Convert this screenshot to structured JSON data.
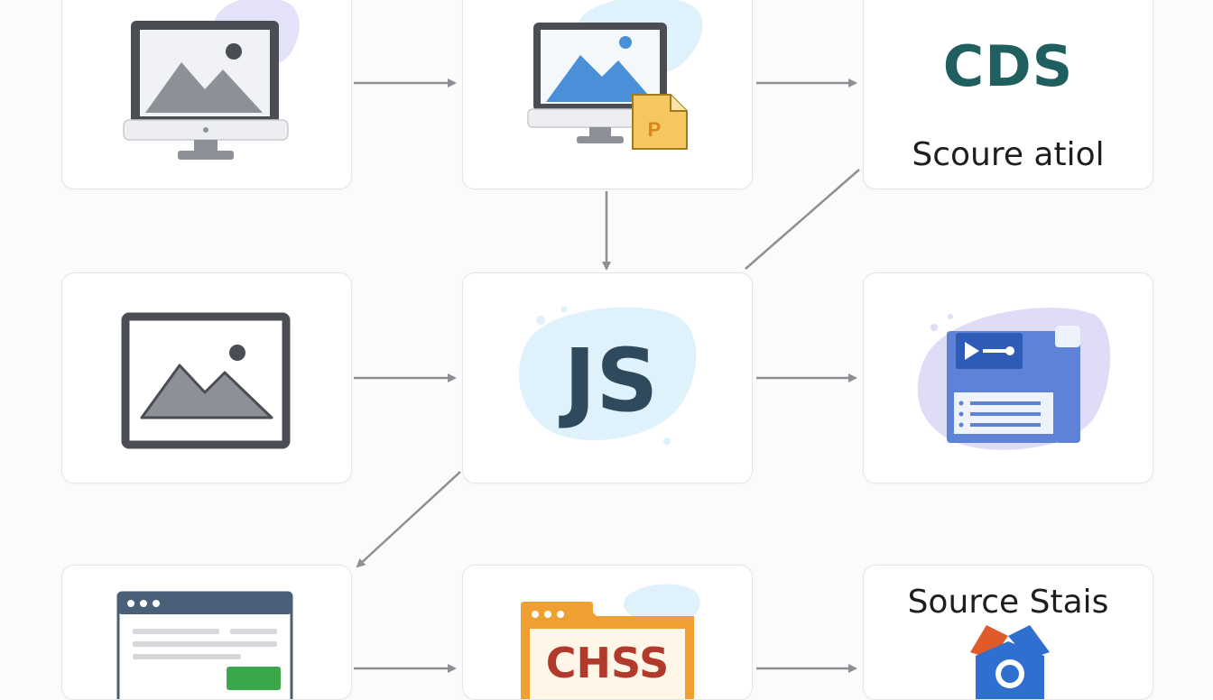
{
  "colors": {
    "card_border": "#e4e5e9",
    "arrow": "#8e8f94",
    "icon_dark": "#4b4d55",
    "icon_gray": "#8e9097",
    "accent_blue": "#4a90d9",
    "teal": "#1f5f5f",
    "js_dark": "#2e4a5c",
    "css_red": "#b23a2c",
    "folder_orange": "#f0a030",
    "ppt_yellow": "#f6c760",
    "lavender": "#dedcf7",
    "light_blue": "#dff1fb"
  },
  "nodes": {
    "cds": {
      "title": "CDS",
      "subtitle": "Scoure atiol"
    },
    "js": {
      "label": "JS"
    },
    "chss": {
      "label": "CHSS"
    },
    "source": {
      "title": "Source Stais"
    },
    "ppt": {
      "label": "P"
    }
  }
}
